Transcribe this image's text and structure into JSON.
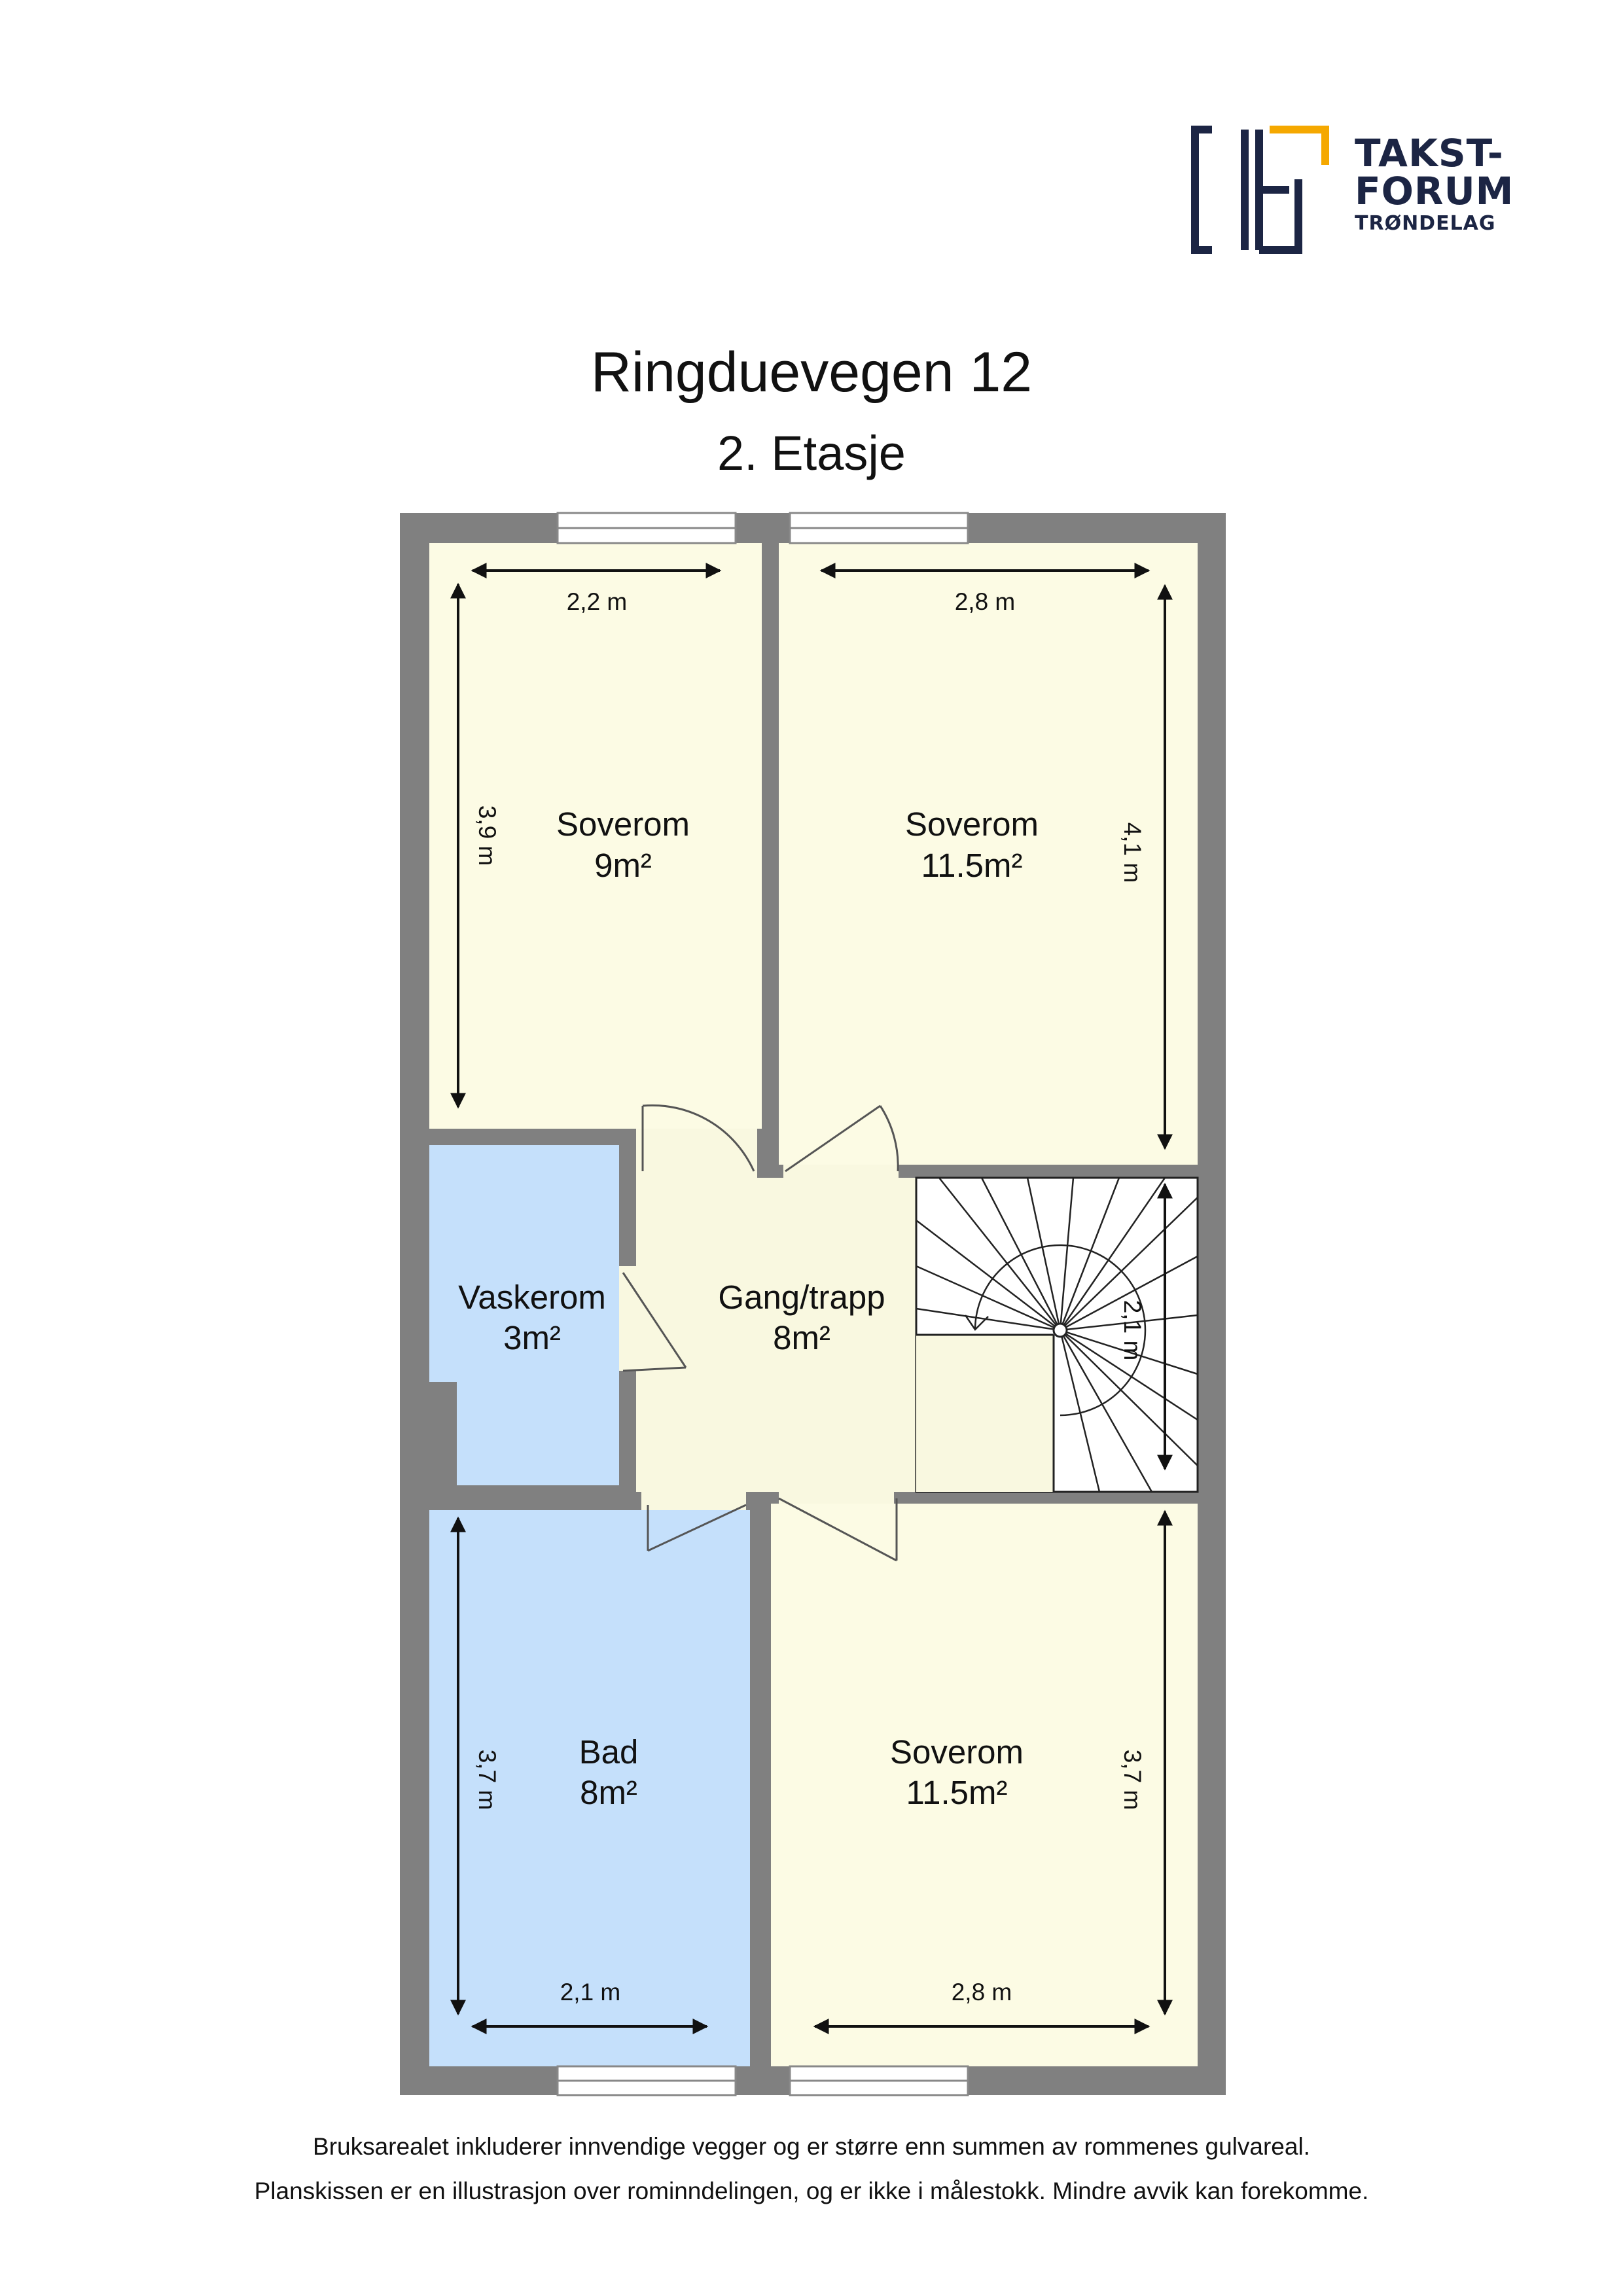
{
  "logo": {
    "line1": "TAKST-",
    "line2": "FORUM",
    "line3": "TRØNDELAG",
    "color": "#1c2544",
    "accent": "#f5a800"
  },
  "title": "Ringduevegen 12",
  "subtitle": "2. Etasje",
  "rooms": {
    "soverom_nw": {
      "name": "Soverom",
      "area": "9m²"
    },
    "soverom_ne": {
      "name": "Soverom",
      "area": "11.5m²"
    },
    "vaskerom": {
      "name": "Vaskerom",
      "area": "3m²"
    },
    "gang": {
      "name": "Gang/trapp",
      "area": "8m²"
    },
    "bad": {
      "name": "Bad",
      "area": "8m²"
    },
    "soverom_se": {
      "name": "Soverom",
      "area": "11.5m²"
    }
  },
  "dimensions": {
    "nw_width": "2,2 m",
    "nw_height": "3,9 m",
    "ne_width": "2,8 m",
    "ne_height": "4,1 m",
    "stair_height": "2,1 m",
    "bad_height": "3,7 m",
    "bad_width": "2,1 m",
    "se_height": "3,7 m",
    "se_width": "2,8 m"
  },
  "colors": {
    "wall": "#808080",
    "bedroom": "#fcfbe4",
    "wet_room": "#c5e0fb",
    "hall": "#f9f8e0"
  },
  "footer": {
    "line1": "Bruksarealet inkluderer innvendige vegger og er større enn summen av rommenes gulvareal.",
    "line2": "Planskissen er en illustrasjon over rominndelingen, og er ikke i målestokk. Mindre avvik kan forekomme."
  }
}
